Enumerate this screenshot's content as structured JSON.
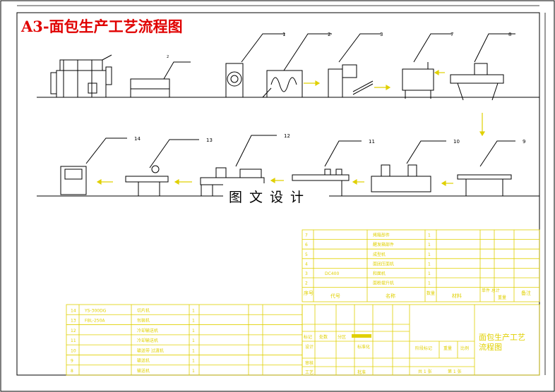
{
  "title": "A3-面包生产工艺流程图",
  "watermark": "图文设计",
  "callouts_top": [
    "1",
    "2",
    "3",
    "7",
    "8"
  ],
  "callouts_bottom": [
    "9",
    "10",
    "11",
    "12",
    "13",
    "14"
  ],
  "tiny_label_2": "2",
  "drawing_title": "面包生产工艺流程图",
  "parts_upper": {
    "rows": [
      {
        "no": "7",
        "code": "",
        "name": "烤箱部件",
        "qty": "1"
      },
      {
        "no": "6",
        "code": "",
        "name": "醒发箱部件",
        "qty": "1"
      },
      {
        "no": "5",
        "code": "",
        "name": "成型机",
        "qty": "1"
      },
      {
        "no": "4",
        "code": "",
        "name": "面团压面机",
        "qty": "1"
      },
      {
        "no": "3",
        "code": "DC400",
        "name": "和面机",
        "qty": "1"
      },
      {
        "no": "2",
        "code": "",
        "name": "面粉提升机",
        "qty": "1"
      }
    ],
    "header": {
      "no": "序号",
      "code": "代号",
      "name": "名称",
      "qty": "数量",
      "mat": "材料",
      "weight": "单件 总计",
      "weight2": "重量",
      "note": "备注"
    }
  },
  "parts_lower": {
    "rows": [
      {
        "no": "14",
        "code": "YS-300DG",
        "name": "切片机",
        "qty": "1"
      },
      {
        "no": "13",
        "code": "FBL-250A",
        "name": "包装机",
        "qty": "1"
      },
      {
        "no": "12",
        "code": "",
        "name": "冷却输送机",
        "qty": "1"
      },
      {
        "no": "11",
        "code": "",
        "name": "冷却输送机",
        "qty": "1"
      },
      {
        "no": "10",
        "code": "",
        "name": "输送带 过渡机",
        "qty": "1"
      },
      {
        "no": "9",
        "code": "",
        "name": "输送机",
        "qty": "1"
      },
      {
        "no": "8",
        "code": "",
        "name": "输送机",
        "qty": "1"
      }
    ]
  },
  "title_block": {
    "mark": "标记",
    "count": "处数",
    "zone": "分区",
    "design": "设计",
    "standard": "标准化",
    "review": "审核",
    "process": "工艺",
    "approve": "批准",
    "stage": "阶段标记",
    "weight": "重量",
    "scale": "比例",
    "sheets": "共 1 张",
    "sheet": "第 1 张"
  }
}
